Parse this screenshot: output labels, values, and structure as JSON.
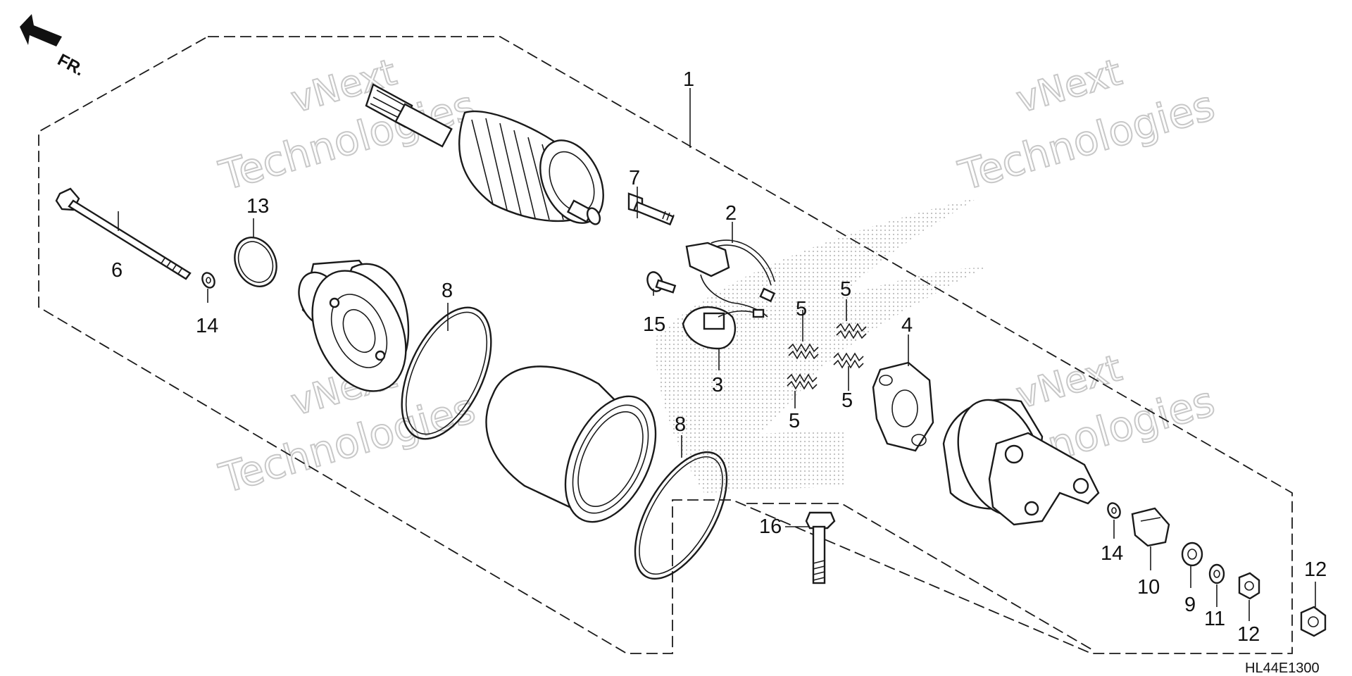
{
  "diagram": {
    "direction_label": "FR.",
    "diagram_code": "HL44E1300",
    "watermark": {
      "line1": "vNext",
      "line2": "Technologies"
    },
    "callouts": {
      "c1": "1",
      "c2": "2",
      "c3": "3",
      "c4": "4",
      "c5a": "5",
      "c5b": "5",
      "c5c": "5",
      "c5d": "5",
      "c6": "6",
      "c7": "7",
      "c8a": "8",
      "c8b": "8",
      "c9": "9",
      "c10": "10",
      "c11": "11",
      "c12a": "12",
      "c12b": "12",
      "c13": "13",
      "c14a": "14",
      "c14b": "14",
      "c15": "15",
      "c16": "16"
    }
  }
}
